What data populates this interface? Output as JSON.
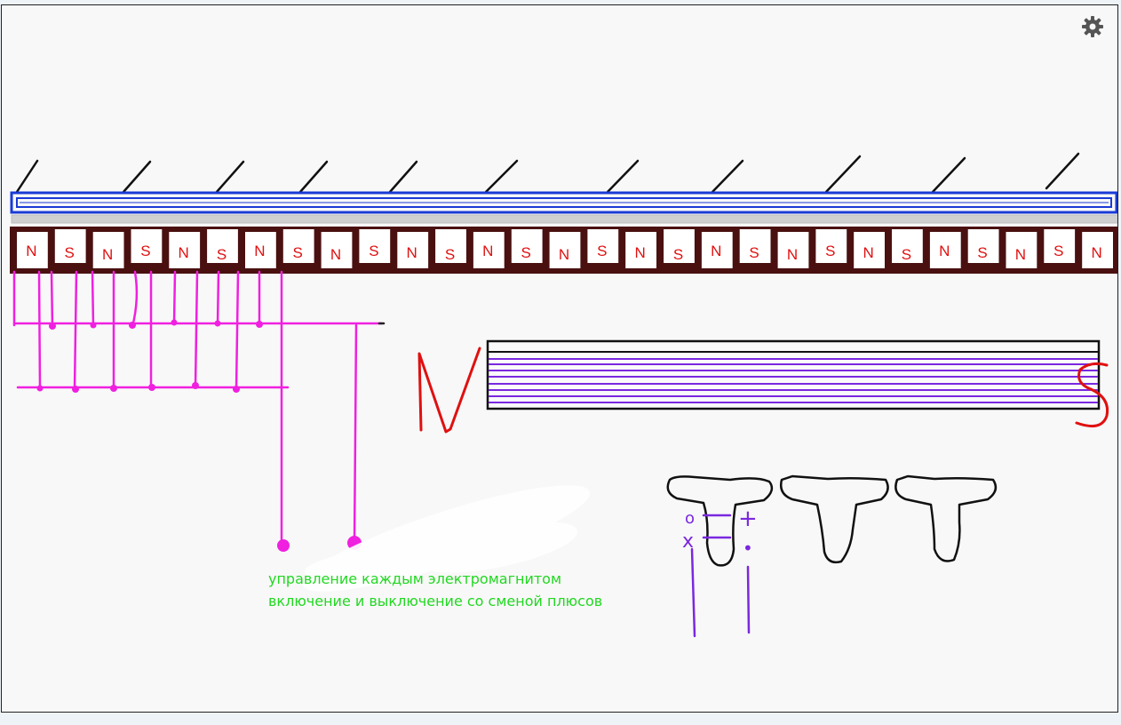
{
  "canvas": {
    "settings_icon": "gear-icon"
  },
  "magnet_strip": {
    "labels": [
      "N",
      "S",
      "N",
      "S",
      "N",
      "S",
      "N",
      "S",
      "N",
      "S",
      "N",
      "S",
      "N",
      "S",
      "N",
      "S",
      "N",
      "S",
      "N",
      "S",
      "N",
      "S",
      "N",
      "S",
      "N",
      "S",
      "N",
      "S",
      "N"
    ]
  },
  "poles": {
    "left": "N",
    "right": "S"
  },
  "note": {
    "line1": "управление каждым электромагнитом",
    "line2": "включение и выключение со сменой плюсов"
  },
  "terminals": {
    "plus": "+",
    "dot": "•",
    "circle": "o",
    "cross": "x"
  },
  "colors": {
    "frame_border": "#222222",
    "canvas_bg": "#f8f8f8",
    "rail_blue": "#1a3ad6",
    "strip_brown": "#4a1010",
    "wire_magenta": "#f020e0",
    "coil_purple": "#7a28e0",
    "pole_red": "#e01010",
    "note_green": "#22d822"
  }
}
